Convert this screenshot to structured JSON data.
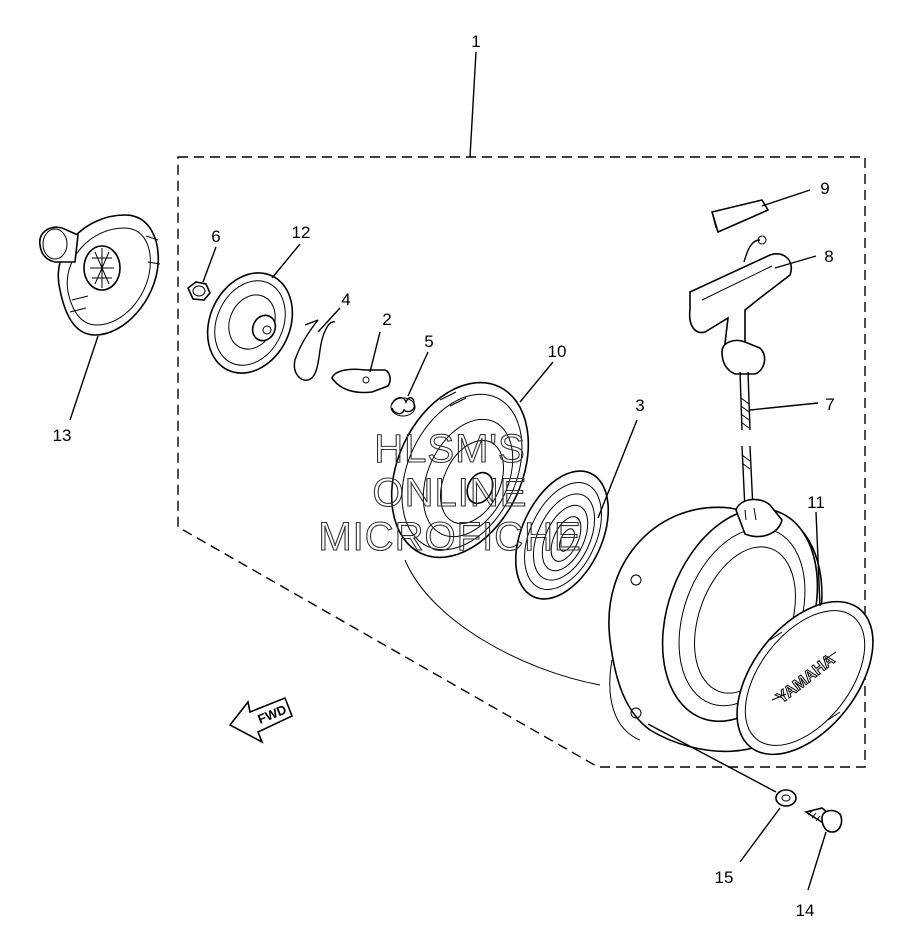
{
  "callouts": [
    {
      "id": "1",
      "label": "1"
    },
    {
      "id": "2",
      "label": "2"
    },
    {
      "id": "3",
      "label": "3"
    },
    {
      "id": "4",
      "label": "4"
    },
    {
      "id": "5",
      "label": "5"
    },
    {
      "id": "6",
      "label": "6"
    },
    {
      "id": "7",
      "label": "7"
    },
    {
      "id": "8",
      "label": "8"
    },
    {
      "id": "9",
      "label": "9"
    },
    {
      "id": "10",
      "label": "10"
    },
    {
      "id": "11",
      "label": "11"
    },
    {
      "id": "12",
      "label": "12"
    },
    {
      "id": "13",
      "label": "13"
    },
    {
      "id": "14",
      "label": "14"
    },
    {
      "id": "15",
      "label": "15"
    }
  ],
  "watermark": {
    "line1": "HLSM'S",
    "line2": "ONLINE",
    "line3": "MICROFICHE"
  },
  "direction_arrow": {
    "text": "FWD"
  },
  "cover_logo": {
    "text": "YAMAHA"
  }
}
